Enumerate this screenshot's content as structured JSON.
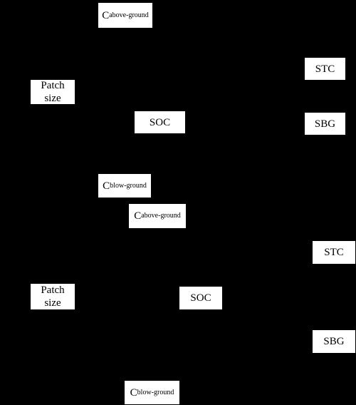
{
  "diagram": {
    "background": "#000000",
    "box_color": "#ffffff",
    "text_color": "#000000",
    "panels": [
      {
        "nodes": {
          "above_ground": {
            "main": "C",
            "sub": "above-ground"
          },
          "stc": "STC",
          "patch_size": {
            "line1": "Patch",
            "line2": "size"
          },
          "soc": "SOC",
          "sbg": "SBG",
          "below_ground": {
            "main": "C",
            "sub": "blow-ground"
          }
        }
      },
      {
        "nodes": {
          "above_ground": {
            "main": "C",
            "sub": "above-ground"
          },
          "stc": "STC",
          "patch_size": {
            "line1": "Patch",
            "line2": "size"
          },
          "soc": "SOC",
          "sbg": "SBG",
          "below_ground": {
            "main": "C",
            "sub": "blow-ground"
          }
        }
      }
    ]
  }
}
